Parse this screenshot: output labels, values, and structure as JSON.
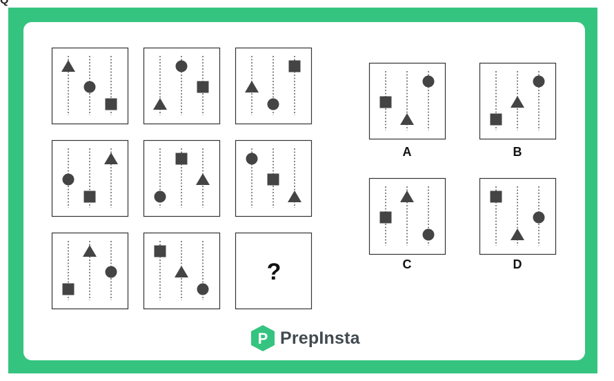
{
  "question_mark_corner": "Q",
  "unknown_cell": "?",
  "brand": {
    "name": "PrepInsta",
    "logo_letter": "P",
    "color": "#34c47f",
    "text_color": "#404a4f"
  },
  "colors": {
    "shape": "#444444",
    "frame": "#34c47f",
    "line": "#333333"
  },
  "grid": [
    [
      "triangle",
      "circle",
      "square"
    ],
    [
      "triangle",
      "circle",
      "square"
    ],
    [
      "triangle",
      "circle",
      "square"
    ],
    [
      "circle",
      "square",
      "triangle"
    ],
    [
      "circle",
      "square",
      "triangle"
    ],
    [
      "circle",
      "square",
      "triangle"
    ],
    [
      "square",
      "triangle",
      "circle"
    ],
    [
      "square",
      "triangle",
      "circle"
    ],
    null
  ],
  "options": [
    {
      "label": "A",
      "shapes": [
        "square",
        "triangle",
        "circle"
      ]
    },
    {
      "label": "B",
      "shapes": [
        "square",
        "triangle",
        "circle"
      ]
    },
    {
      "label": "C",
      "shapes": [
        "square",
        "triangle",
        "circle"
      ]
    },
    {
      "label": "D",
      "shapes": [
        "square",
        "triangle",
        "circle"
      ]
    }
  ],
  "levels_note_free": true,
  "shape_levels": {
    "grid": [
      [
        "top",
        "mid",
        "bottom"
      ],
      [
        "bottom",
        "top",
        "mid"
      ],
      [
        "mid",
        "bottom",
        "top"
      ],
      [
        "mid",
        "bottom",
        "top"
      ],
      [
        "bottom",
        "top",
        "mid"
      ],
      [
        "top",
        "mid",
        "bottom"
      ],
      [
        "bottom",
        "top",
        "mid"
      ],
      [
        "top",
        "mid",
        "bottom"
      ],
      null
    ],
    "options": [
      [
        "mid",
        "bottom",
        "top"
      ],
      [
        "bottom",
        "mid",
        "top"
      ],
      [
        "mid",
        "top",
        "bottom"
      ],
      [
        "top",
        "bottom",
        "mid"
      ]
    ]
  }
}
